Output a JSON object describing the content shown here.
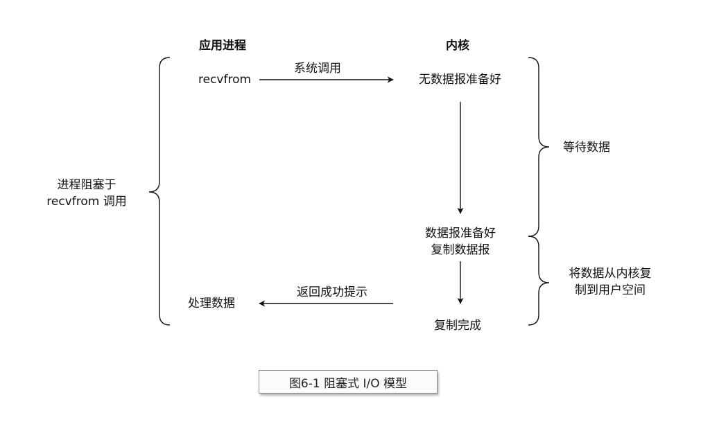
{
  "headers": {
    "app_process": "应用进程",
    "kernel": "内核"
  },
  "left_brace_label": [
    "进程阻塞于",
    "recvfrom 调用"
  ],
  "app": {
    "recvfrom": "recvfrom",
    "process_data": "处理数据"
  },
  "arrows": {
    "system_call": "系统调用",
    "return_success": "返回成功提示"
  },
  "kernel": {
    "no_datagram_ready": "无数据报准备好",
    "datagram_ready": "数据报准备好",
    "copy_datagram": "复制数据报",
    "copy_complete": "复制完成"
  },
  "right_brace_labels": {
    "wait_data": "等待数据",
    "copy_to_user": [
      "将数据从内核复",
      "制到用户空间"
    ]
  },
  "caption": "图6-1 阻塞式 I/O 模型"
}
